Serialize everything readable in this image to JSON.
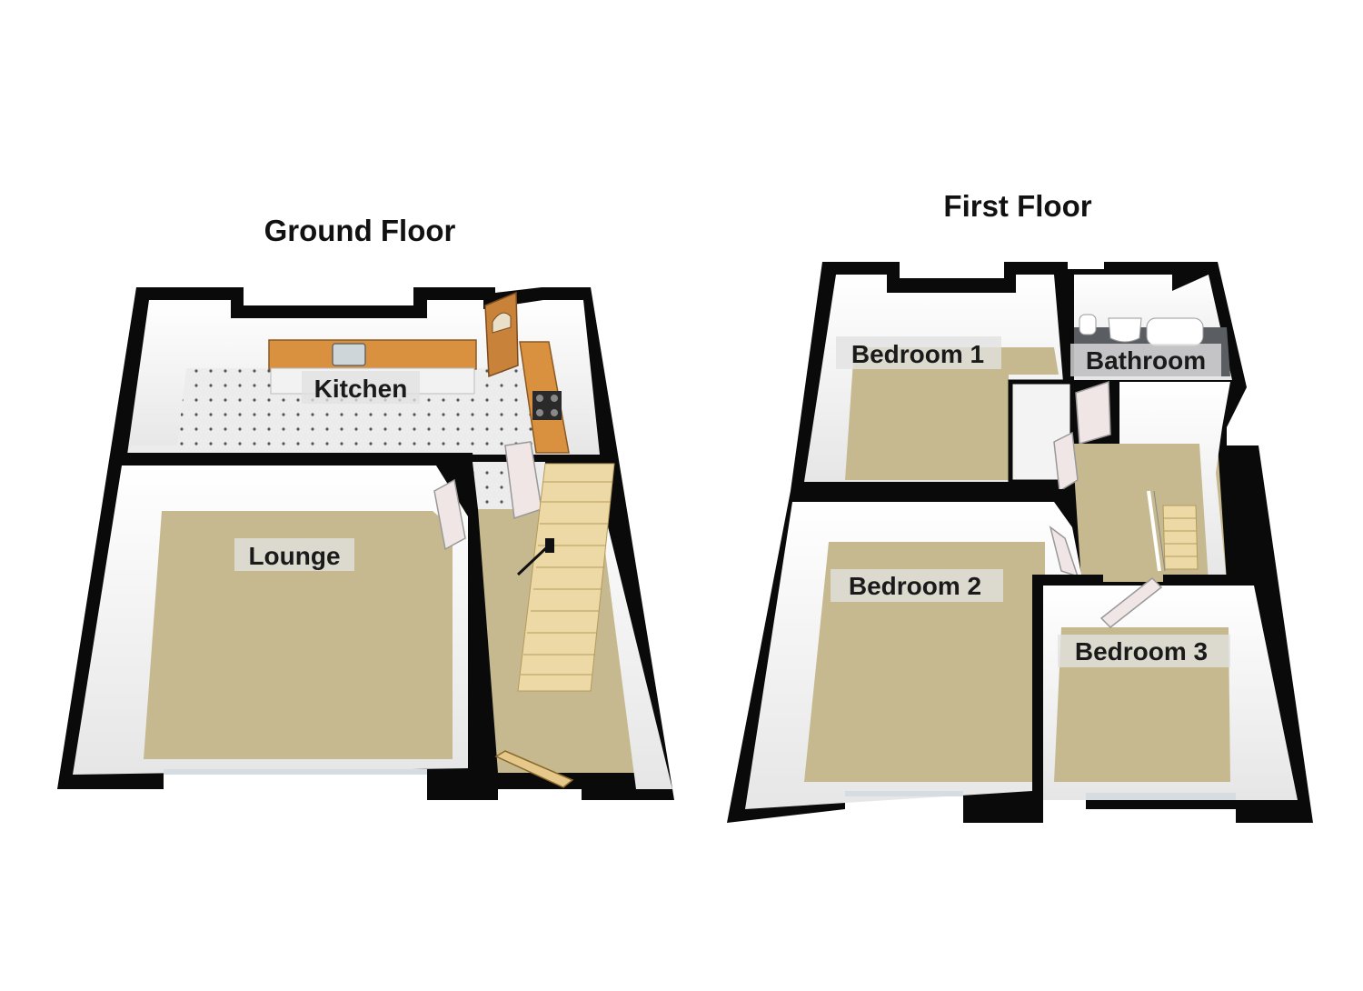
{
  "floors": [
    {
      "title": "Ground Floor",
      "rooms": [
        {
          "label": "Kitchen"
        },
        {
          "label": "Lounge"
        }
      ]
    },
    {
      "title": "First Floor",
      "rooms": [
        {
          "label": "Bedroom 1"
        },
        {
          "label": "Bathroom"
        },
        {
          "label": "Bedroom 2"
        },
        {
          "label": "Bedroom 3"
        }
      ]
    }
  ],
  "colors": {
    "wall": "#0a0a0a",
    "wall_face": "#f3f3f3",
    "carpet": "#c7b98f",
    "kitchen_floor": "#e9e9e9",
    "worktop": "#d9913f",
    "stairs": "#ecd9a6",
    "door": "#c9823a"
  }
}
